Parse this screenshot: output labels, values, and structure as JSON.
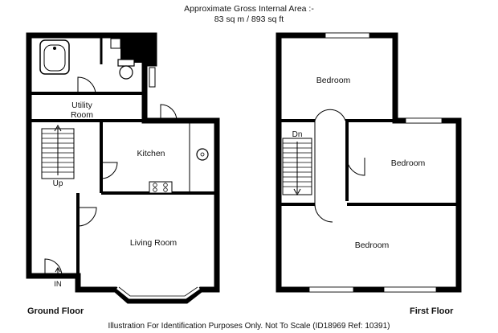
{
  "header": {
    "line1": "Approximate Gross Internal Area :-",
    "line2": "83 sq m / 893 sq ft"
  },
  "ground_floor": {
    "label": "Ground Floor",
    "rooms": {
      "utility": [
        "Utility",
        "Room"
      ],
      "kitchen": "Kitchen",
      "living": "Living Room"
    },
    "stairs_label": "Up",
    "entrance_label": "IN"
  },
  "first_floor": {
    "label": "First Floor",
    "rooms": {
      "bedroom_top": "Bedroom",
      "bedroom_mid": "Bedroom",
      "bedroom_bottom": "Bedroom"
    },
    "stairs_label": "Dn"
  },
  "footer": {
    "disclaimer": "Illustration For Identification Purposes Only. Not To Scale (ID18969 Ref: 10391)"
  }
}
